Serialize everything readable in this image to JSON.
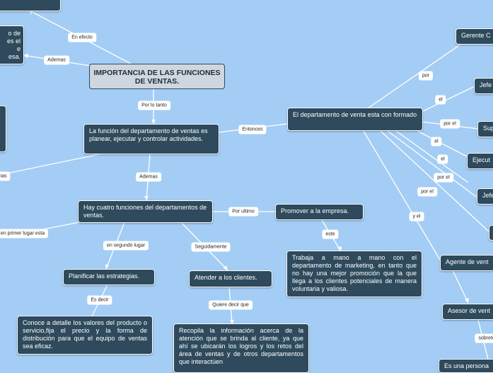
{
  "root": {
    "title": "IMPORTANCIA DE LAS FUNCIONES DE VENTAS."
  },
  "nodes": {
    "funcion": "La función del departamento de ventas es planear, ejecutar y controlar actividades.",
    "cuatro": "Hay cuatro funciones del departamentos de ventas.",
    "promover": "Promover a la empresa.",
    "trabaja": "Trabaja a mano a mano con el departamento de marketing, en tanto que no hay una mejor promoción que la que llega a los clientes potenciales de manera voluntaria y valiosa.",
    "planificar": "Planificar las estrategias.",
    "conoce": "Conoce a detalle los valores del producto o servicio,fija el precio y la forma de distribución para que el equipo de ventas sea eficaz.",
    "atender": "Atender a los clientes.",
    "recopila": "Recopila la información acerca de la atención que se brinda al cliente, ya que ahí se ubicarán los logros y los retos del área de ventas y de otros departamentos que interactúen",
    "departamento": "El departamento de venta esta con formado",
    "gerente": "Gerente C",
    "jefe1": "Jefe",
    "sup": "Sup",
    "ejecut": "Ejecut",
    "jefe2": "Jefe",
    "agente": "Agente de vent",
    "asesor": "Asesor de vent",
    "persona": "Es una persona",
    "left_mid": "o de\nes el\ne\nesa."
  },
  "labels": {
    "en_efecto": "En efecto",
    "ademas1": "Ademas",
    "por_lo_tanto": "Por lo tanto",
    "entonces": "Entonces",
    "ademas2": "Ademas",
    "ademas_left": "mas",
    "por_ultimo": "Por ultimo",
    "este": "este",
    "en_primer_lugar": "en primer lugar esta",
    "en_segundo_lugar": "en segundo lugar",
    "seguidamente": "Seguidamente",
    "es_decir": "Es decir",
    "quiere_decir": "Quiere decir que",
    "por": "por",
    "el1": "el",
    "por_el1": "por el",
    "el2": "el",
    "el3": "el",
    "por_el2": "por el",
    "por_el3": "por el",
    "y_el": "y el",
    "sobreto": "sobreto"
  }
}
